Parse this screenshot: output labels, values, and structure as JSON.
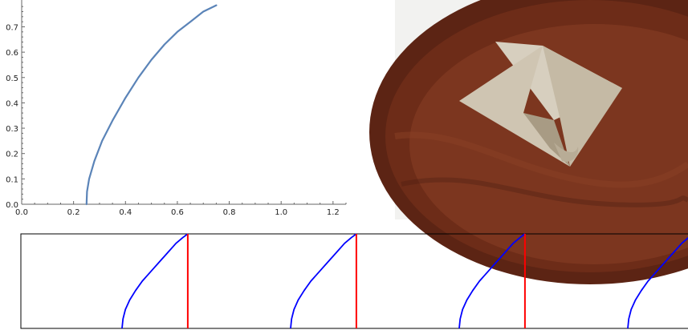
{
  "palette": {
    "top_curve": "#5b84b8",
    "axis": "#666666",
    "blue_curve": "#0000ff",
    "red_line": "#ff0000",
    "frame": "#000000",
    "table_wood_dark": "#4a1e12",
    "table_wood_mid": "#7a3420",
    "paper": "#cfc5b2",
    "paper_shadow": "#b8ac96",
    "wall": "#f2f2f0"
  },
  "chart_data": [
    {
      "type": "line",
      "title": "",
      "xlabel": "",
      "ylabel": "",
      "xlim": [
        0.0,
        1.25
      ],
      "ylim": [
        0.0,
        0.79
      ],
      "xticks": [
        0.0,
        0.2,
        0.4,
        0.6,
        0.8,
        1.0,
        1.2
      ],
      "yticks": [
        0.0,
        0.1,
        0.2,
        0.3,
        0.4,
        0.5,
        0.6,
        0.7
      ],
      "xtick_labels": [
        "0.0",
        "0.2",
        "0.4",
        "0.6",
        "0.8",
        "1.0",
        "1.2"
      ],
      "ytick_labels": [
        "0.0",
        "0.1",
        "0.2",
        "0.3",
        "0.4",
        "0.5",
        "0.6",
        "0.7"
      ],
      "grid": false,
      "series": [
        {
          "x": [
            0.25,
            0.252,
            0.26,
            0.28,
            0.31,
            0.35,
            0.4,
            0.45,
            0.5,
            0.55,
            0.6,
            0.65,
            0.7,
            0.75
          ],
          "y": [
            0.0,
            0.05,
            0.1,
            0.17,
            0.25,
            0.33,
            0.42,
            0.5,
            0.57,
            0.63,
            0.68,
            0.72,
            0.76,
            0.785
          ]
        }
      ]
    },
    {
      "type": "line",
      "title": "",
      "xlabel": "",
      "ylabel": "",
      "xlim": [
        0.0,
        4.0
      ],
      "ylim": [
        0.0,
        1.0
      ],
      "periods": 4,
      "grid": false,
      "series": [
        {
          "style": "curve",
          "x_offsets": [
            0.0,
            0.0055,
            0.02,
            0.045,
            0.08,
            0.12,
            0.17,
            0.22,
            0.27,
            0.32,
            0.36,
            0.39
          ],
          "y": [
            0.0,
            0.1,
            0.2,
            0.3,
            0.4,
            0.5,
            0.6,
            0.7,
            0.8,
            0.9,
            0.96,
            1.0
          ],
          "start_x": [
            0.6,
            1.6,
            2.6,
            3.6
          ]
        },
        {
          "style": "vertical",
          "x": [
            0.99,
            1.99,
            2.99
          ]
        }
      ]
    }
  ]
}
